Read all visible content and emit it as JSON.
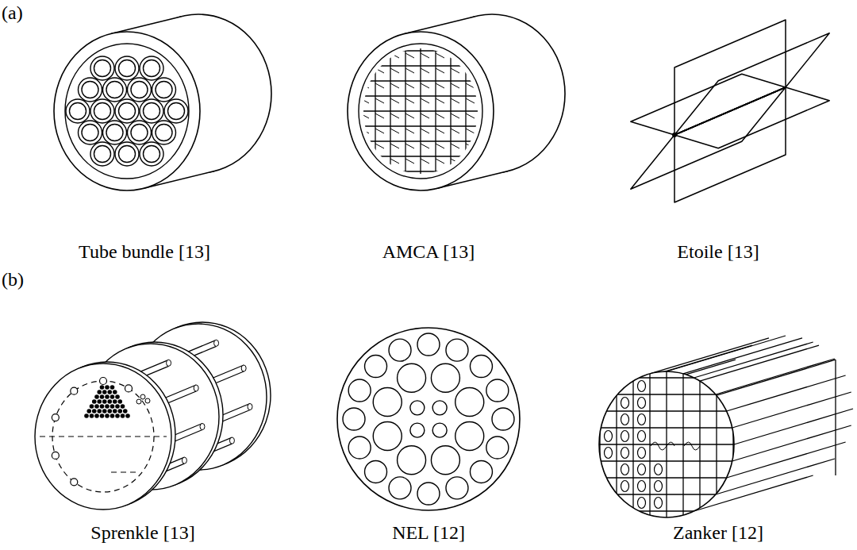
{
  "diagram": {
    "labels": [
      "(a)",
      "Tube bundle [13]",
      "AMCA [13]",
      "Etoile [13]",
      "(b)",
      "Sprenkle [13]",
      "NEL [12]",
      "Zanker [12]"
    ]
  }
}
